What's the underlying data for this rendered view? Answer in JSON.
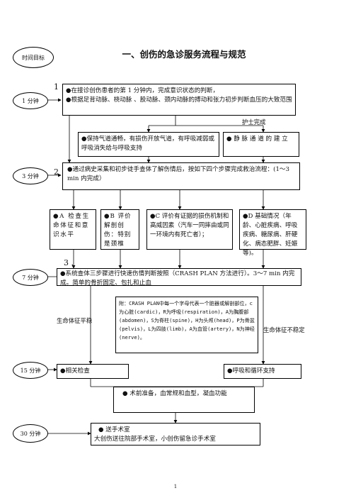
{
  "time_label": "时间目标",
  "title": "一、创伤的急诊服务流程与规范",
  "timestamps": [
    "1 分钟",
    "3 分钟",
    "7 分钟",
    "15 分钟",
    "30 分钟"
  ],
  "step_numbers": [
    "1",
    "2",
    "3 ."
  ],
  "step1": {
    "line1": "●在接诊创伤患者的第 1 分钟内，完成意识状态的判断，",
    "line2": "●根据足背动脉、桡动脉 、股动脉、颈内动脉的搏动和张力初步判断血压的大致范围"
  },
  "nurse_done": "护士完成",
  "airway": "●保持气道通畅，有损伤开放气道，有呼吸减弱或呼吸消失给与呼吸支持",
  "iv_access": "● 静 脉 通 道 的 建 立",
  "step2": "●通过病史采集和初步徒手查体了解伤情后，按如下四个步骤完成救治流程：(1～3 min 内完成）",
  "abcd": [
    "●A 检查生命体征和意识水平",
    "●B 评价解剖创伤：特别是颈椎",
    "●C 评价有证据的损伤机制和高威因素（汽车一同摔由或同一环境内有死亡者）；",
    "●D 基础情况（年龄、心脏疾病、呼吸疾病、糖尿病、肝硬化、病态肥胖、妊娠等)。"
  ],
  "step3": "●系统查体三步骤进行快速伤情判断按照（CRASH PLAN 方法进行）。3～7 min 内完成。简单的骨折固定、包扎和止血",
  "stable_label": "生命体征平稳",
  "unstable_label": "生命体征不稳定",
  "crash_note": "附：CRASH PLAN中每一个字母代表一个脏器或解剖部位，c为心脏(cardic)，R为呼吸(respiration)，A为胸腹部(abdomen)，S为脊柱(spine)，H为头颅(head)，P为骨盆(pelvis)，L为四肢(limb)，A为血管(artery)，N为神经(nerve)。",
  "related_exam": "●相关检查",
  "resp_support": "●呼吸和循环支持",
  "preop": "●  术前准备，血常规和血型，凝血功能",
  "surgery": {
    "line1": "●  送手术室",
    "line2": "大创伤送往院部手术室，小创伤留急诊手术室"
  },
  "page_number": "1"
}
